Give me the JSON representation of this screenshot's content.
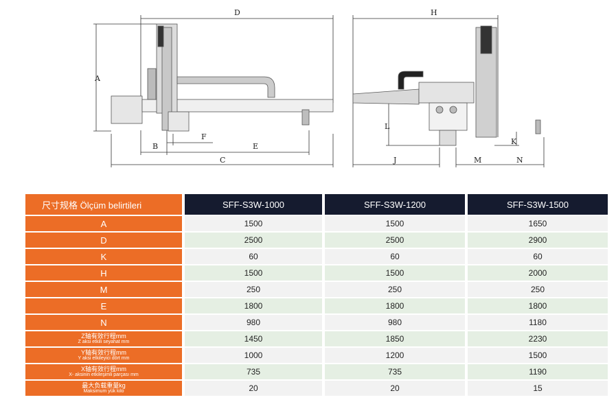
{
  "drawing": {
    "labels": {
      "A": "A",
      "B": "B",
      "C": "C",
      "D": "D",
      "E": "E",
      "F": "F",
      "H": "H",
      "J": "J",
      "K": "K",
      "L": "L",
      "M": "M",
      "N": "N"
    }
  },
  "table": {
    "header_label": "尺寸规格 Ölçüm belirtileri",
    "models": [
      "SFF-S3W-1000",
      "SFF-S3W-1200",
      "SFF-S3W-1500"
    ],
    "rows": [
      {
        "label": "A",
        "values": [
          "1500",
          "1500",
          "1650"
        ]
      },
      {
        "label": "D",
        "values": [
          "2500",
          "2500",
          "2900"
        ]
      },
      {
        "label": "K",
        "values": [
          "60",
          "60",
          "60"
        ]
      },
      {
        "label": "H",
        "values": [
          "1500",
          "1500",
          "2000"
        ]
      },
      {
        "label": "M",
        "values": [
          "250",
          "250",
          "250"
        ]
      },
      {
        "label": "E",
        "values": [
          "1800",
          "1800",
          "1800"
        ]
      },
      {
        "label": "N",
        "values": [
          "980",
          "980",
          "1180"
        ]
      },
      {
        "label": "Z轴有效行程mm",
        "sublabel": "Z aksi etkili seyahat mm",
        "values": [
          "1450",
          "1850",
          "2230"
        ]
      },
      {
        "label": "Y轴有效行程mm",
        "sublabel": "Y aksi etkileyici dört mm",
        "values": [
          "1000",
          "1200",
          "1500"
        ]
      },
      {
        "label": "X轴有效行程mm",
        "sublabel": "X- aksinin etkileşimli parçası mm",
        "values": [
          "735",
          "735",
          "1190"
        ]
      },
      {
        "label": "最大负载重量kg",
        "sublabel": "Maksimum yük kilo",
        "values": [
          "20",
          "20",
          "15"
        ]
      }
    ]
  }
}
